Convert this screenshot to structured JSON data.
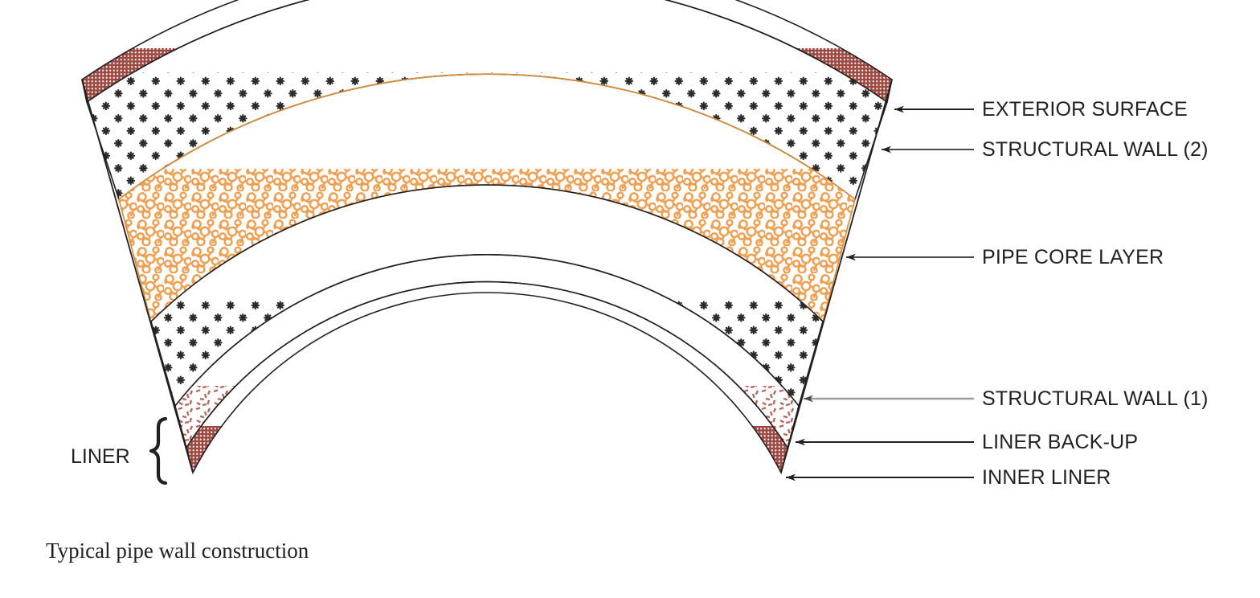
{
  "figure": {
    "caption": "Typical pipe wall construction",
    "kind": "pipe-wall-cross-section"
  },
  "colors": {
    "outline": "#231f20",
    "maroon": "#9c4a42",
    "liner_backup_red": "#b3695f",
    "orange": "#efa052",
    "black_hatch": "#2b2b2b",
    "leader_black": "#231f20",
    "leader_gray": "#808285",
    "background": "#ffffff"
  },
  "layers": [
    {
      "id": "exterior-surface",
      "label": "EXTERIOR SURFACE",
      "pattern": "mesh-maroon",
      "color": "#9c4a42"
    },
    {
      "id": "structural-wall-2",
      "label": "STRUCTURAL WALL (2)",
      "pattern": "star-dots-black",
      "color": "#2b2b2b"
    },
    {
      "id": "pipe-core-layer",
      "label": "PIPE CORE LAYER",
      "pattern": "squiggle-orange",
      "color": "#efa052"
    },
    {
      "id": "structural-wall-1",
      "label": "STRUCTURAL WALL (1)",
      "pattern": "star-dots-black",
      "color": "#2b2b2b"
    },
    {
      "id": "liner-back-up",
      "label": "LINER BACK-UP",
      "pattern": "dashes-red",
      "color": "#b3695f"
    },
    {
      "id": "inner-liner",
      "label": "INNER LINER",
      "pattern": "mesh-maroon",
      "color": "#9c4a42"
    }
  ],
  "callouts": [
    {
      "id": "callout-exterior-surface",
      "label": "EXTERIOR SURFACE",
      "leader_color": "#231f20",
      "arrow": "left"
    },
    {
      "id": "callout-structural-wall-2",
      "label": "STRUCTURAL WALL (2)",
      "leader_color": "#231f20",
      "arrow": "left"
    },
    {
      "id": "callout-pipe-core-layer",
      "label": "PIPE CORE LAYER",
      "leader_color": "#231f20",
      "arrow": "left"
    },
    {
      "id": "callout-structural-wall-1",
      "label": "STRUCTURAL WALL (1)",
      "leader_color": "#808285",
      "arrow": "left"
    },
    {
      "id": "callout-liner-back-up",
      "label": "LINER BACK-UP",
      "leader_color": "#231f20",
      "arrow": "left"
    },
    {
      "id": "callout-inner-liner",
      "label": "INNER LINER",
      "leader_color": "#231f20",
      "arrow": "left"
    }
  ],
  "grouping": {
    "liner_bracket_label": "LINER",
    "liner_bracket_glyph": "{",
    "liner_bracket_covers": [
      "LINER BACK-UP",
      "INNER LINER"
    ]
  }
}
